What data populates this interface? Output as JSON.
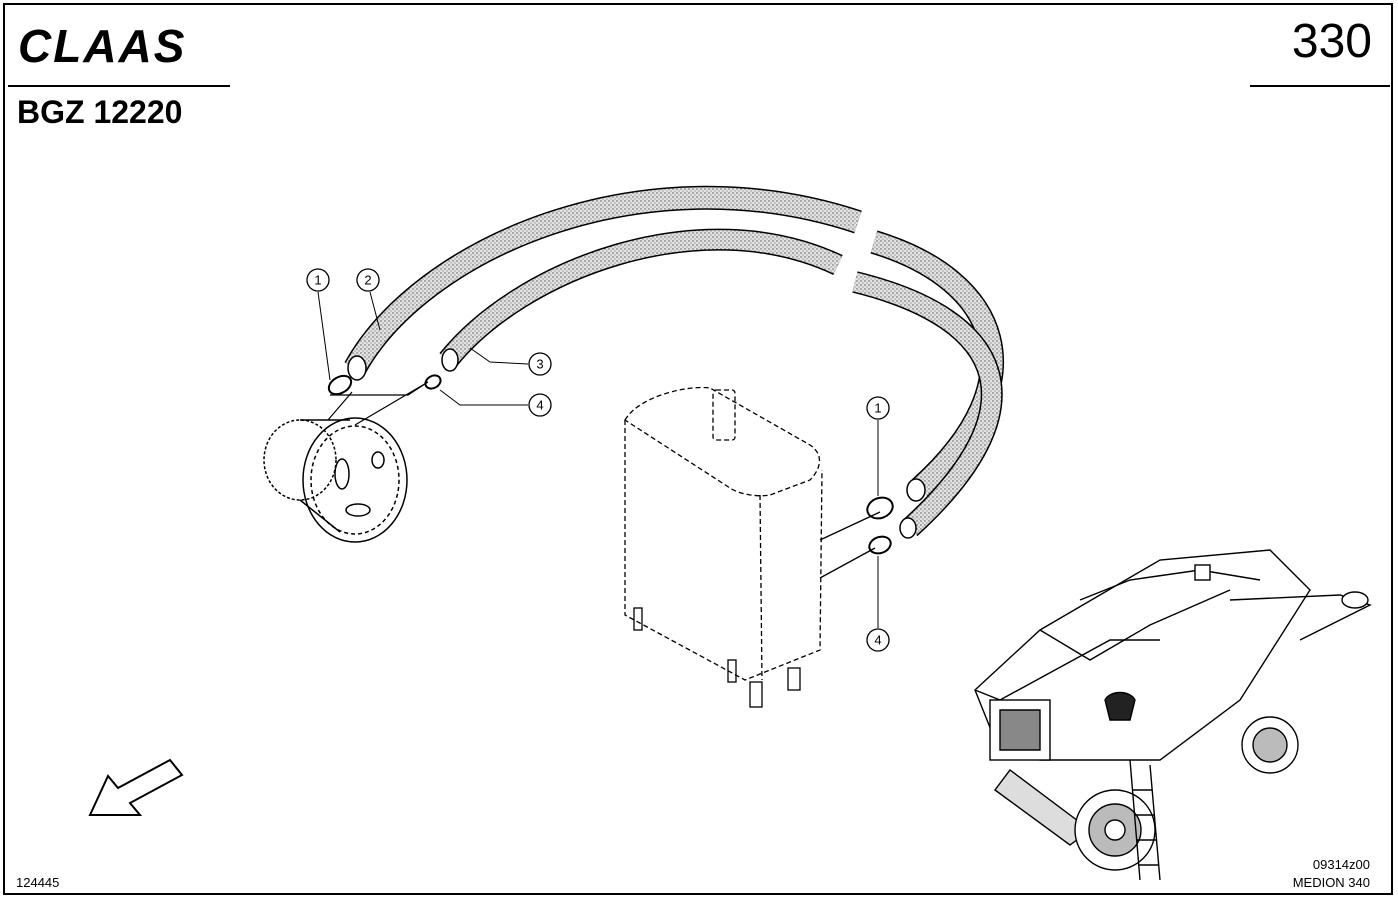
{
  "header": {
    "brand": "CLAAS",
    "page_number": "330",
    "group_code": "BGZ 12220"
  },
  "footer": {
    "drawing_ref": "124445",
    "illustration_ref": "09314z00",
    "model": "MEDION 340"
  },
  "callouts": [
    {
      "label": "1"
    },
    {
      "label": "2"
    },
    {
      "label": "3"
    },
    {
      "label": "4"
    },
    {
      "label": "1"
    },
    {
      "label": "4"
    }
  ],
  "colors": {
    "ink": "#000000",
    "hose_fill": "#cfcfcf",
    "background": "#ffffff"
  },
  "icons": [
    "direction-arrow-icon",
    "combine-harvester-icon",
    "hydraulic-pump-icon",
    "oil-tank-icon"
  ]
}
